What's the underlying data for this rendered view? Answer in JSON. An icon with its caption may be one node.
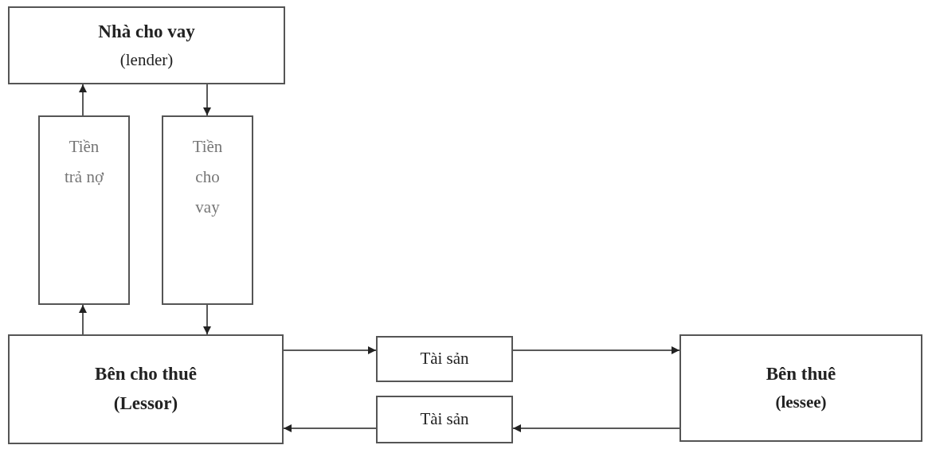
{
  "diagram": {
    "nodes": [
      {
        "text": [
          "Nhà cho vay",
          "(lender)"
        ]
      },
      {
        "text": [
          "Tiền trả nợ"
        ]
      },
      {
        "text": [
          "Tiền cho vay"
        ]
      },
      {
        "text": [
          "Bên cho thuê",
          "(Lessor)"
        ]
      },
      {
        "text": [
          "Tài sản"
        ]
      },
      {
        "text": [
          "Tài sản"
        ]
      },
      {
        "text": [
          "Bên thuê",
          "(lessee)"
        ]
      }
    ],
    "edges": [
      {
        "from": 3,
        "to": 1,
        "arrow": "to"
      },
      {
        "from": 1,
        "to": 0,
        "arrow": "to"
      },
      {
        "from": 0,
        "to": 2,
        "arrow": "to"
      },
      {
        "from": 2,
        "to": 3,
        "arrow": "to"
      },
      {
        "from": 3,
        "to": 4,
        "arrow": "to"
      },
      {
        "from": 4,
        "to": 6,
        "arrow": "to"
      },
      {
        "from": 6,
        "to": 5,
        "arrow": "to"
      },
      {
        "from": 5,
        "to": 3,
        "arrow": "to"
      }
    ]
  }
}
